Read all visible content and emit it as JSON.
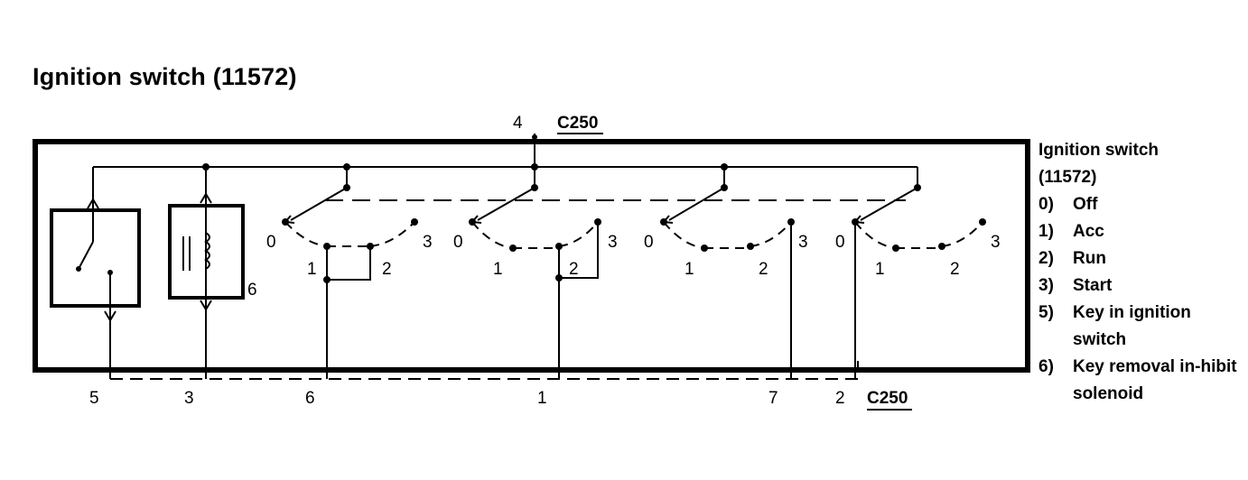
{
  "title": "Ignition switch (11572)",
  "connector_top": {
    "pin": "4",
    "name": "C250"
  },
  "bottom_pins": {
    "p5": "5",
    "p3": "3",
    "p6": "6",
    "p1": "1",
    "p7": "7",
    "p2": "2",
    "connector": "C250"
  },
  "inner_labels": {
    "solenoid": "6",
    "deck1": [
      "0",
      "1",
      "2",
      "3"
    ],
    "deck2": [
      "0",
      "1",
      "2",
      "3"
    ],
    "deck3": [
      "0",
      "1",
      "2",
      "3"
    ],
    "deck4": [
      "0",
      "1",
      "2",
      "3"
    ]
  },
  "legend": {
    "title_line1": "Ignition switch",
    "title_line2": "(11572)",
    "items": [
      {
        "key": "0)",
        "text": "Off"
      },
      {
        "key": "1)",
        "text": "Acc"
      },
      {
        "key": "2)",
        "text": "Run"
      },
      {
        "key": "3)",
        "text": "Start"
      },
      {
        "key": "5)",
        "text": "Key in ignition switch"
      },
      {
        "key": "6)",
        "text": "Key removal in-hibit solenoid"
      }
    ]
  }
}
